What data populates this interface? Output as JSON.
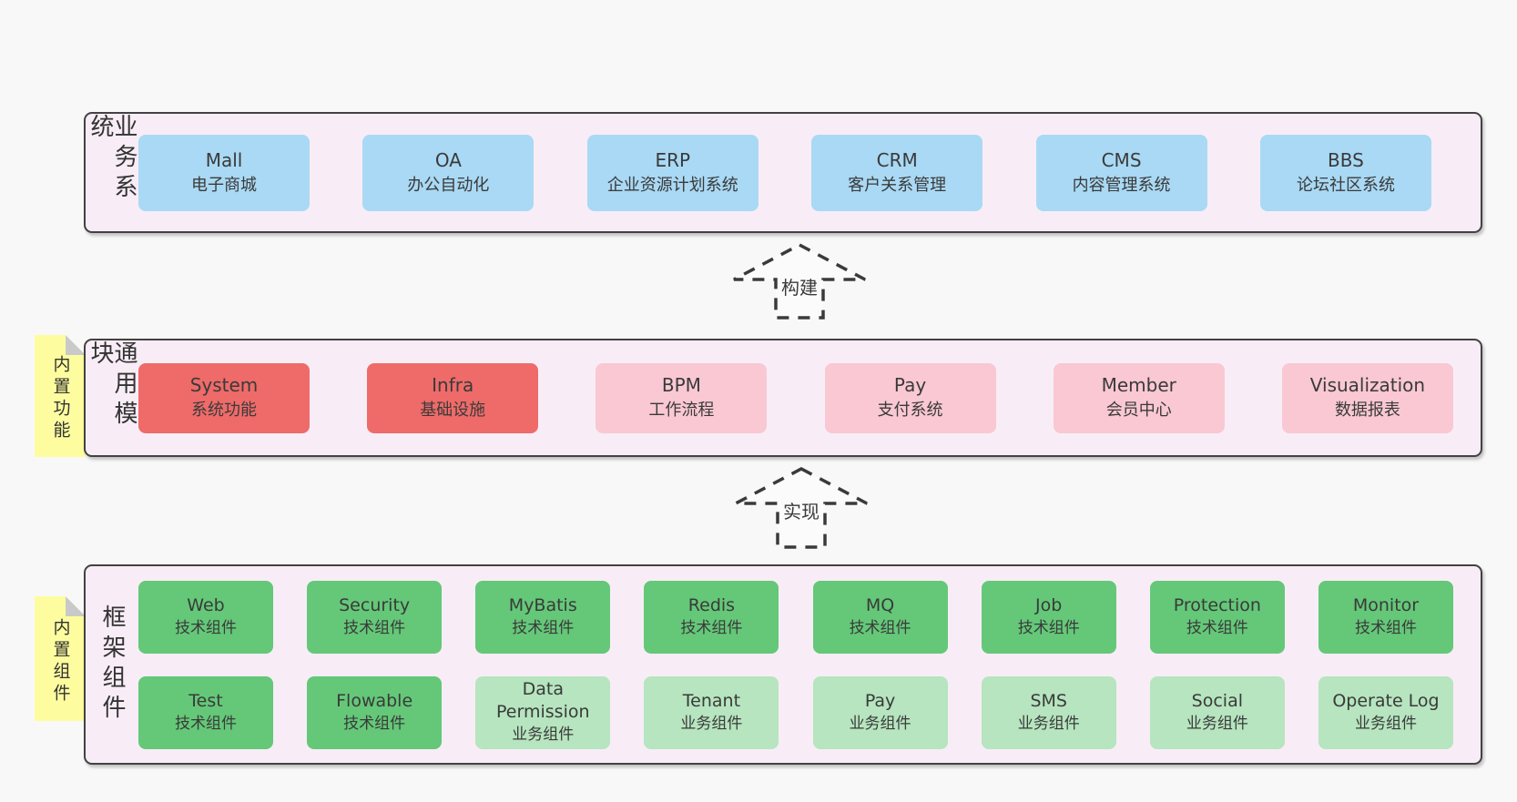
{
  "colors": {
    "page_bg": "#f8f8f8",
    "container_bg": "#f8edf6",
    "container_border": "#424242",
    "blue_box": "#a9d9f4",
    "red_box": "#ee6b69",
    "pink_box": "#f9c8d2",
    "green_dark_box": "#64c878",
    "green_light_box": "#b6e5bf",
    "sticky_yellow": "#fdfd9f",
    "sticky_fold": "#c9c9c9",
    "text": "#3a3a3a"
  },
  "arrows": [
    {
      "label": "构建"
    },
    {
      "label": "实现"
    }
  ],
  "sections": [
    {
      "label": "业务系统",
      "boxes": [
        {
          "en": "Mall",
          "zh": "电子商城",
          "type": "blue"
        },
        {
          "en": "OA",
          "zh": "办公自动化",
          "type": "blue"
        },
        {
          "en": "ERP",
          "zh": "企业资源计划系统",
          "type": "blue"
        },
        {
          "en": "CRM",
          "zh": "客户关系管理",
          "type": "blue"
        },
        {
          "en": "CMS",
          "zh": "内容管理系统",
          "type": "blue"
        },
        {
          "en": "BBS",
          "zh": "论坛社区系统",
          "type": "blue"
        }
      ]
    },
    {
      "label": "通用模块",
      "sticky": "内置功能",
      "boxes": [
        {
          "en": "System",
          "zh": "系统功能",
          "type": "red"
        },
        {
          "en": "Infra",
          "zh": "基础设施",
          "type": "red"
        },
        {
          "en": "BPM",
          "zh": "工作流程",
          "type": "pink"
        },
        {
          "en": "Pay",
          "zh": "支付系统",
          "type": "pink"
        },
        {
          "en": "Member",
          "zh": "会员中心",
          "type": "pink"
        },
        {
          "en": "Visualization",
          "zh": "数据报表",
          "type": "pink"
        }
      ]
    },
    {
      "label": "框架组件",
      "sticky": "内置组件",
      "rows": [
        {
          "boxes": [
            {
              "en": "Web",
              "zh": "技术组件",
              "type": "green-dark"
            },
            {
              "en": "Security",
              "zh": "技术组件",
              "type": "green-dark"
            },
            {
              "en": "MyBatis",
              "zh": "技术组件",
              "type": "green-dark"
            },
            {
              "en": "Redis",
              "zh": "技术组件",
              "type": "green-dark"
            },
            {
              "en": "MQ",
              "zh": "技术组件",
              "type": "green-dark"
            },
            {
              "en": "Job",
              "zh": "技术组件",
              "type": "green-dark"
            },
            {
              "en": "Protection",
              "zh": "技术组件",
              "type": "green-dark"
            },
            {
              "en": "Monitor",
              "zh": "技术组件",
              "type": "green-dark"
            }
          ]
        },
        {
          "boxes": [
            {
              "en": "Test",
              "zh": "技术组件",
              "type": "green-dark"
            },
            {
              "en": "Flowable",
              "zh": "技术组件",
              "type": "green-dark"
            },
            {
              "en": "Data Permission",
              "zh": "业务组件",
              "type": "green-light"
            },
            {
              "en": "Tenant",
              "zh": "业务组件",
              "type": "green-light"
            },
            {
              "en": "Pay",
              "zh": "业务组件",
              "type": "green-light"
            },
            {
              "en": "SMS",
              "zh": "业务组件",
              "type": "green-light"
            },
            {
              "en": "Social",
              "zh": "业务组件",
              "type": "green-light"
            },
            {
              "en": "Operate Log",
              "zh": "业务组件",
              "type": "green-light"
            }
          ]
        }
      ]
    }
  ]
}
